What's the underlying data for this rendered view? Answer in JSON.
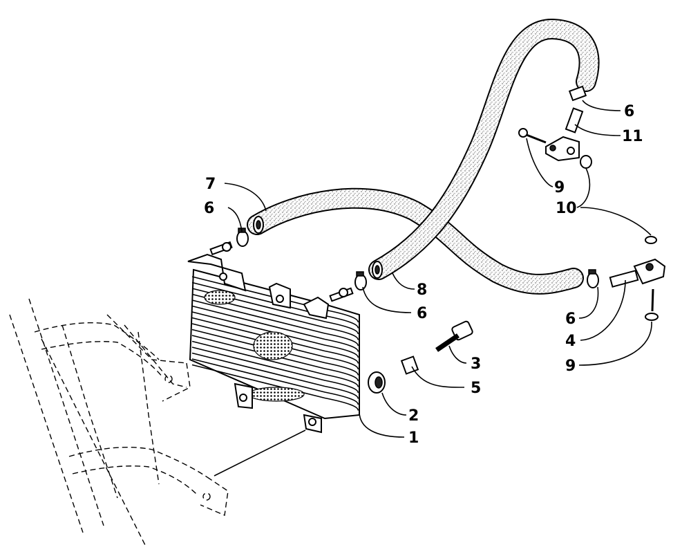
{
  "diagram": {
    "type": "exploded parts diagram",
    "callouts": [
      {
        "id": "c1",
        "label": "1"
      },
      {
        "id": "c2",
        "label": "2"
      },
      {
        "id": "c3",
        "label": "3"
      },
      {
        "id": "c4",
        "label": "4"
      },
      {
        "id": "c5",
        "label": "5"
      },
      {
        "id": "c6a",
        "label": "6"
      },
      {
        "id": "c6b",
        "label": "6"
      },
      {
        "id": "c6c",
        "label": "6"
      },
      {
        "id": "c6d",
        "label": "6"
      },
      {
        "id": "c7",
        "label": "7"
      },
      {
        "id": "c8",
        "label": "8"
      },
      {
        "id": "c9a",
        "label": "9"
      },
      {
        "id": "c9b",
        "label": "9"
      },
      {
        "id": "c10",
        "label": "10"
      },
      {
        "id": "c11",
        "label": "11"
      }
    ]
  }
}
